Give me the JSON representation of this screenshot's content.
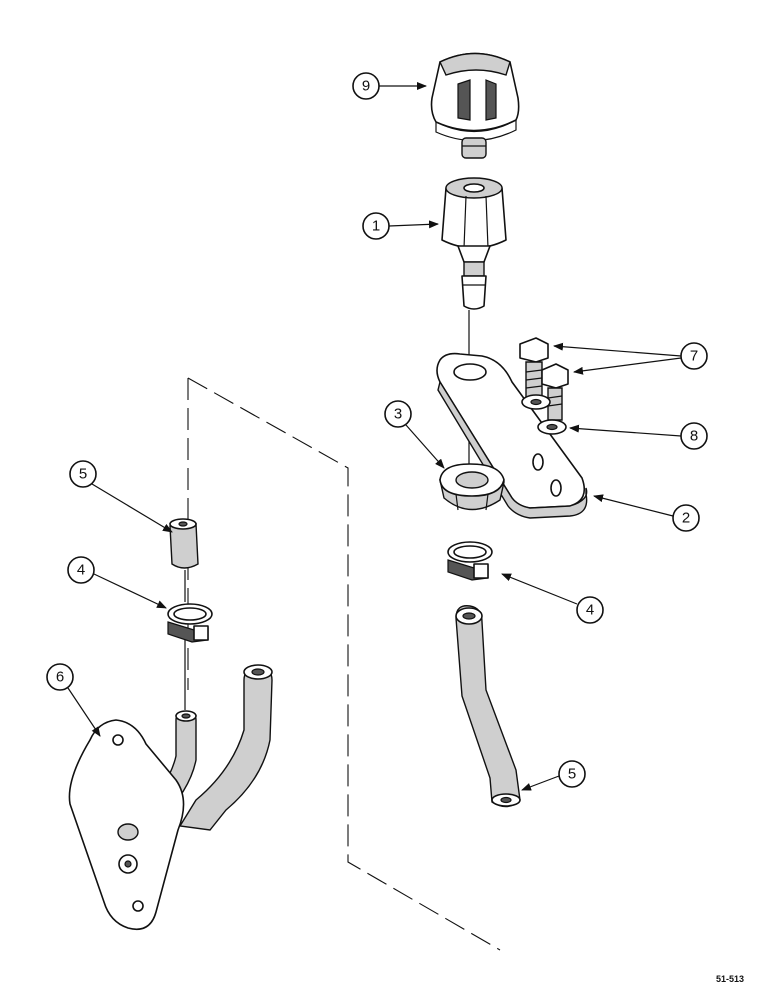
{
  "figure_id": "51-513",
  "callouts": {
    "c9": "9",
    "c1": "1",
    "c7": "7",
    "c8": "8",
    "c3": "3",
    "c2": "2",
    "c5_left": "5",
    "c4_left": "4",
    "c4_right": "4",
    "c6": "6",
    "c5_right": "5"
  }
}
